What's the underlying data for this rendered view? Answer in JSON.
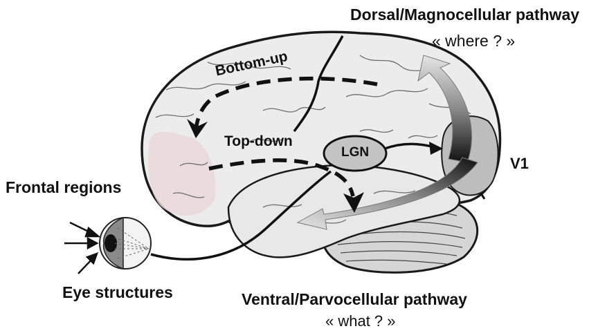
{
  "labels": {
    "dorsal_title": "Dorsal/Magnocellular pathway",
    "dorsal_question": "« where ? »",
    "ventral_title": "Ventral/Parvocellular pathway",
    "ventral_question": "« what ? »",
    "bottom_up": "Bottom-up",
    "top_down": "Top-down",
    "lgn": "LGN",
    "v1": "V1",
    "frontal": "Frontal regions",
    "eye": "Eye structures"
  },
  "colors": {
    "brain_fill": "#e9e9e9",
    "brain_outline": "#1a1a1a",
    "frontal_tint": "#ead7d9",
    "v1_fill": "#bdbdbd",
    "lgn_fill": "#c4c4c4",
    "pathway_gray": "#8f8f8f",
    "text": "#111111"
  }
}
